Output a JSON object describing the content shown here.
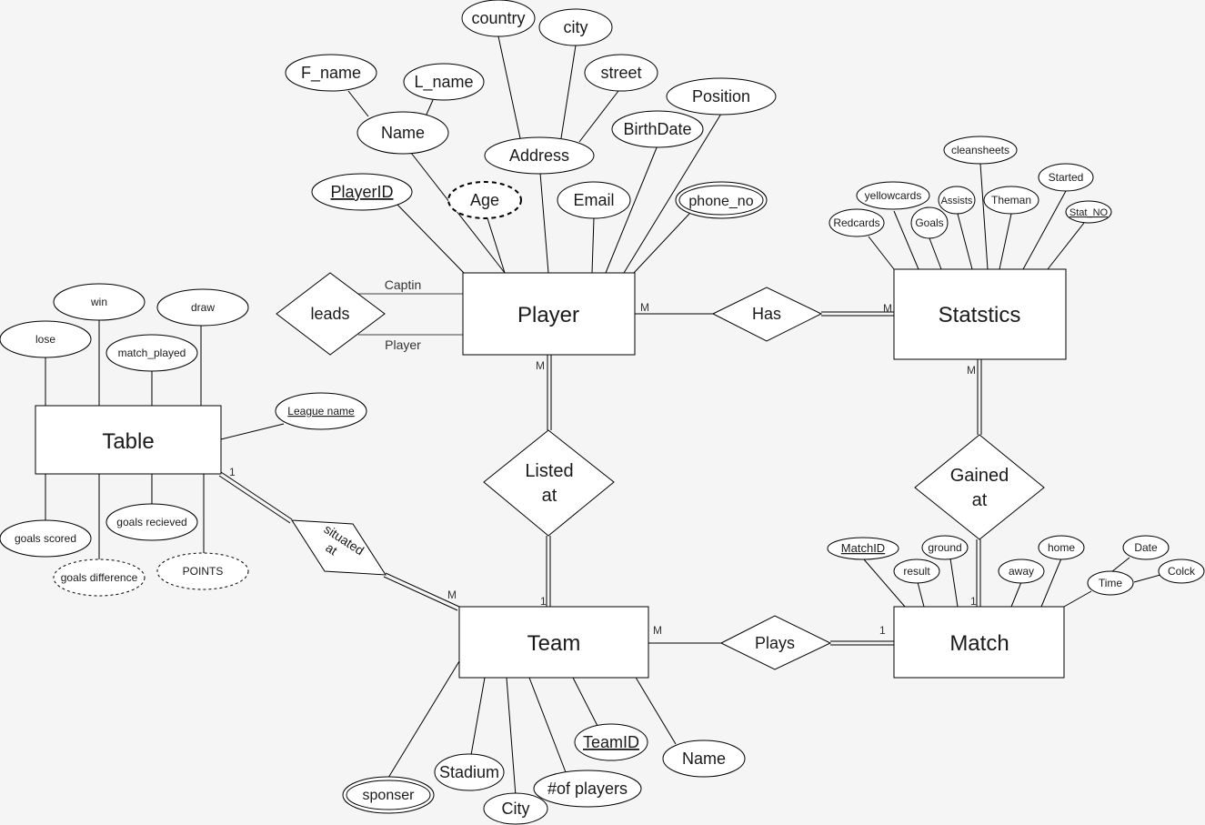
{
  "diagram": {
    "type": "ER diagram",
    "entities": {
      "player": "Player",
      "statistics": "Statstics",
      "table": "Table",
      "team": "Team",
      "match": "Match"
    },
    "relationships": {
      "leads": "leads",
      "has": "Has",
      "listed_at": [
        "Listed",
        "at"
      ],
      "gained_at": [
        "Gained",
        "at"
      ],
      "situated_at": [
        "situated",
        "at"
      ],
      "plays": "Plays"
    },
    "roles": {
      "captain": "Captin",
      "player": "Player"
    },
    "cardinalities": {
      "player_has": "M",
      "stats_has": "M",
      "player_listed": "M",
      "team_listed": "1",
      "stats_gained": "M",
      "match_gained": "1",
      "table_situated": "1",
      "team_situated": "M",
      "team_plays": "M",
      "match_plays": "1"
    },
    "player_attributes": {
      "name": "Name",
      "f_name": "F_name",
      "l_name": "L_name",
      "address": "Address",
      "country": "country",
      "city": "city",
      "street": "street",
      "position": "Position",
      "birthdate": "BirthDate",
      "player_id": "PlayerID",
      "age": "Age",
      "email": "Email",
      "phone_no": "phone_no"
    },
    "statistics_attributes": {
      "cleansheets": "cleansheets",
      "yellowcards": "yellowcards",
      "assists": "Assists",
      "theman": "Theman",
      "started": "Started",
      "redcards": "Redcards",
      "goals": "Goals",
      "stat_no": "Stat_NO"
    },
    "table_attributes": {
      "win": "win",
      "draw": "draw",
      "lose": "lose",
      "match_played": "match_played",
      "league_name": "League name",
      "goals_scored": "goals scored",
      "goals_recieved": "goals recieved",
      "goals_difference": "goals difference",
      "points": "POINTS"
    },
    "team_attributes": {
      "sponser": "sponser",
      "stadium": "Stadium",
      "city": "City",
      "num_players": "#of players",
      "team_id": "TeamID",
      "name": "Name"
    },
    "match_attributes": {
      "match_id": "MatchID",
      "result": "result",
      "ground": "ground",
      "away": "away",
      "home": "home",
      "time": "Time",
      "date": "Date",
      "clock": "Colck"
    }
  }
}
